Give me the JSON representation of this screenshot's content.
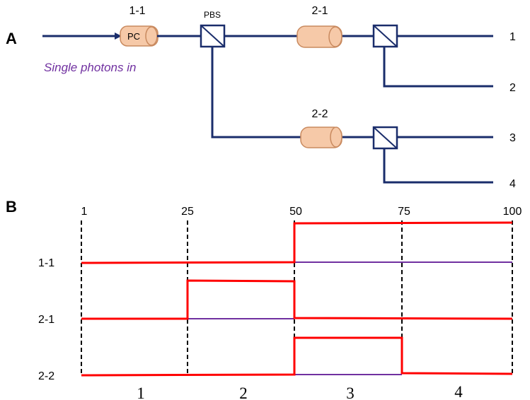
{
  "panel_a": {
    "label": "A",
    "input_caption": "Single photons in",
    "pc_text": "PC",
    "pc_label": "1-1",
    "pbs_label": "PBS",
    "pc2_label": "2-1",
    "pc3_label": "2-2",
    "outputs": [
      "1",
      "2",
      "3",
      "4"
    ]
  },
  "panel_b": {
    "label": "B",
    "time_ticks": [
      "1",
      "25",
      "50",
      "75",
      "100"
    ],
    "rows": [
      "1-1",
      "2-1",
      "2-2"
    ],
    "segments": [
      "1",
      "2",
      "3",
      "4"
    ]
  },
  "colors": {
    "line": "#1a2d6b",
    "pc_fill": "#f6c9a8",
    "pc_stroke": "#c98a5f",
    "caption": "#7030a0",
    "signal": "#ff0000",
    "baseline": "#7030a0"
  }
}
